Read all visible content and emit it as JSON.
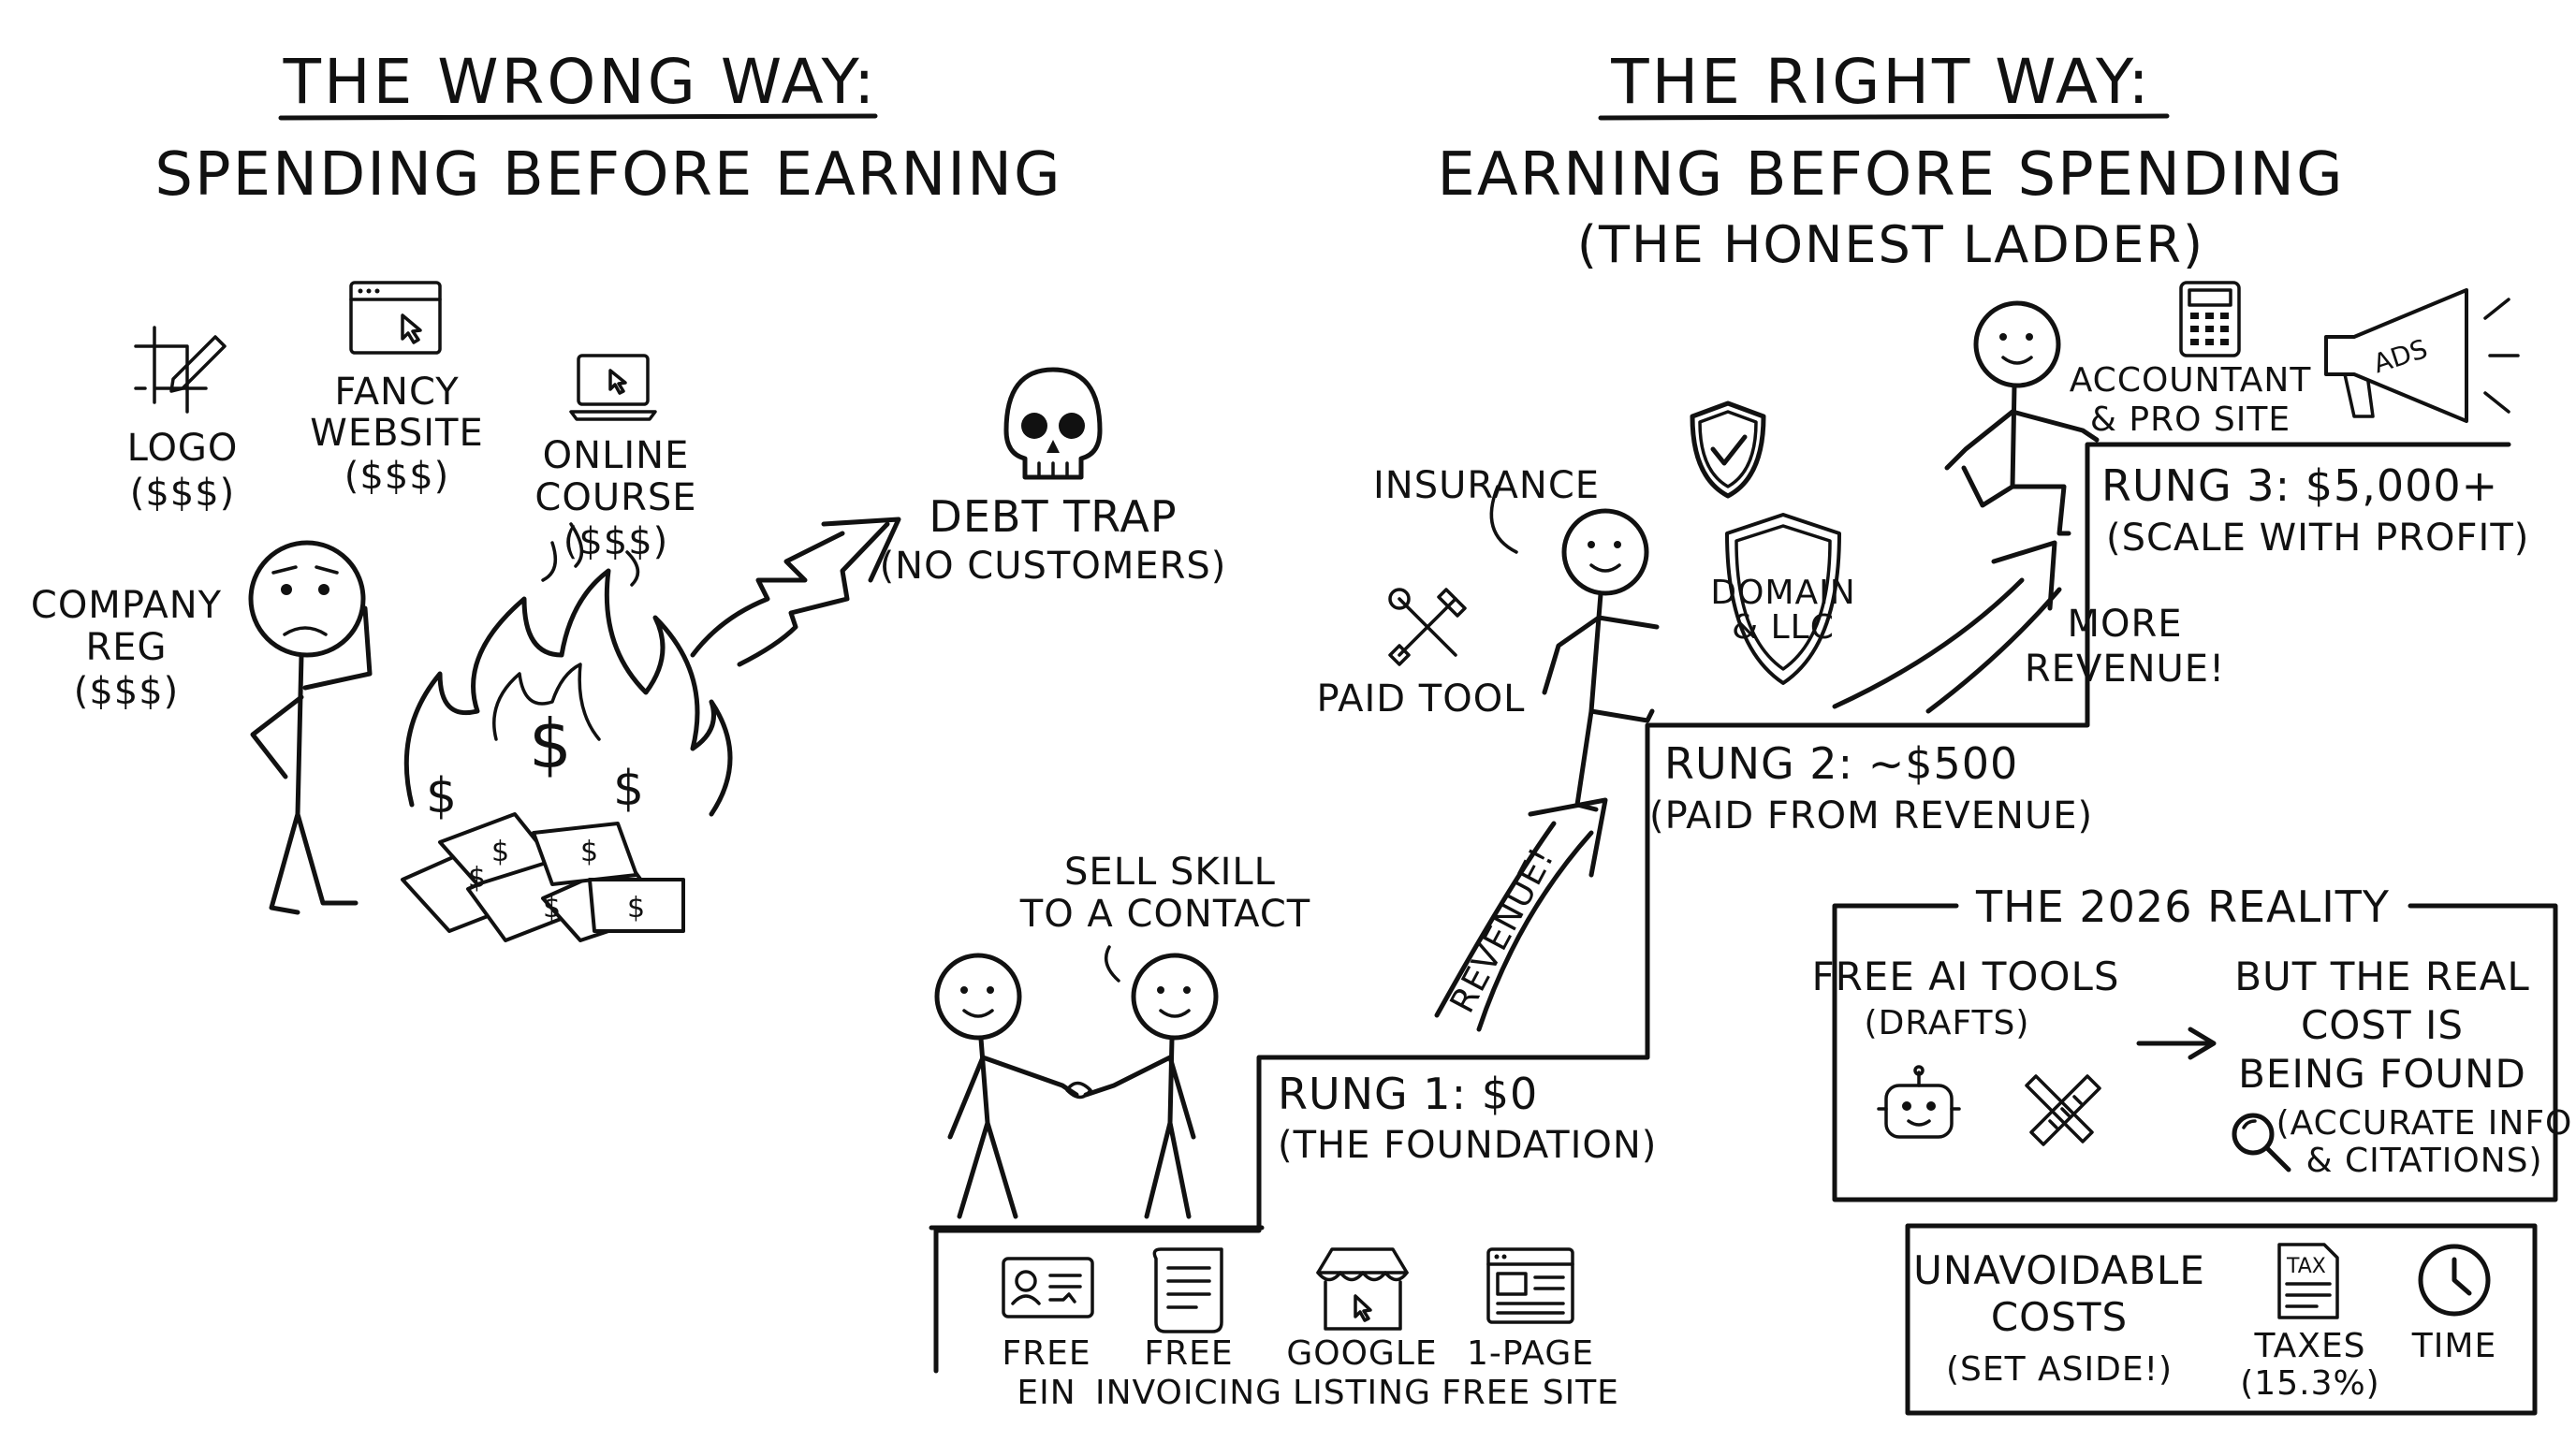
{
  "wrong_way": {
    "title": "THE WRONG WAY:",
    "subtitle": "SPENDING BEFORE EARNING",
    "items": {
      "logo": [
        "LOGO",
        "($$$)"
      ],
      "website": [
        "FANCY",
        "WEBSITE",
        "($$$)"
      ],
      "course": [
        "ONLINE",
        "COURSE",
        "($$$)"
      ],
      "company": [
        "COMPANY",
        "REG",
        "($$$)"
      ]
    },
    "debt_trap": {
      "title": "DEBT TRAP",
      "note": "(NO CUSTOMERS)"
    }
  },
  "right_way": {
    "title": "THE RIGHT WAY:",
    "subtitle": "EARNING BEFORE SPENDING",
    "note": "(THE HONEST LADDER)",
    "sell_skill": [
      "SELL SKILL",
      "TO A CONTACT"
    ],
    "revenue_arrow": "REVENUE!",
    "more_revenue": [
      "MORE",
      "REVENUE!"
    ],
    "insurance": "INSURANCE",
    "paid_tool": "PAID TOOL",
    "domain_llc": [
      "DOMAIN",
      "& LLC"
    ],
    "accountant": [
      "ACCOUNTANT",
      "& PRO SITE"
    ],
    "ads": "ADS",
    "rung1": {
      "title": "RUNG 1: $0",
      "note": "(THE FOUNDATION)"
    },
    "rung2": {
      "title": "RUNG 2: ~$500",
      "note": "(PAID FROM REVENUE)"
    },
    "rung3": {
      "title": "RUNG 3: $5,000+",
      "note": "(SCALE WITH PROFIT)"
    },
    "foundation_items": [
      [
        "FREE",
        "EIN"
      ],
      [
        "FREE",
        "INVOICING"
      ],
      [
        "GOOGLE",
        "LISTING"
      ],
      [
        "1-PAGE",
        "FREE SITE"
      ]
    ]
  },
  "reality_box": {
    "title": "THE 2026 REALITY",
    "left": [
      "FREE AI TOOLS",
      "(DRAFTS)"
    ],
    "right": [
      "BUT THE REAL",
      "COST IS",
      "BEING FOUND"
    ],
    "right_note": [
      "(ACCURATE INFO",
      "& CITATIONS)"
    ]
  },
  "costs_box": {
    "title": [
      "UNAVOIDABLE",
      "COSTS",
      "(SET ASIDE!)"
    ],
    "taxes": [
      "TAXES",
      "(15.3%)"
    ],
    "tax_icon": "TAX",
    "time": "TIME"
  },
  "icons": [
    "logo-design-icon",
    "website-window-icon",
    "laptop-icon",
    "skull-icon",
    "money-fire-icon",
    "shield-check-icon",
    "tools-icon",
    "calculator-icon",
    "megaphone-icon",
    "id-card-icon",
    "invoice-scroll-icon",
    "storefront-icon",
    "webpage-icon",
    "robot-icon",
    "ruler-pencil-icon",
    "magnifier-icon",
    "tax-form-icon",
    "clock-icon",
    "handshake-icon"
  ]
}
